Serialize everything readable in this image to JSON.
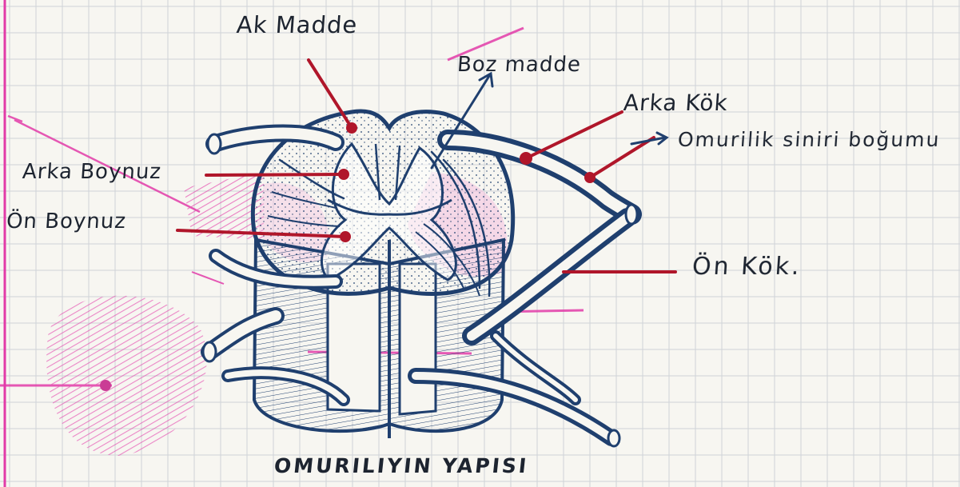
{
  "title": "OMURILIYIN YAPISI",
  "labels": {
    "ak_madde": "Ak Madde",
    "boz_madde": "Boz madde",
    "arka_kok": "Arka Kök",
    "omurilik_siniri_bogumu": "Omurilik siniri boğumu",
    "arka_boynuz": "Arka Boynuz",
    "on_boynuz": "Ön Boynuz",
    "on_kok": "Ön Kök."
  },
  "colors": {
    "paper": "#f7f6f1",
    "grid": "#cfd3d8",
    "ink": "#1f3f6e",
    "pointer": "#b0162a",
    "highlight": "#e23aa8"
  }
}
